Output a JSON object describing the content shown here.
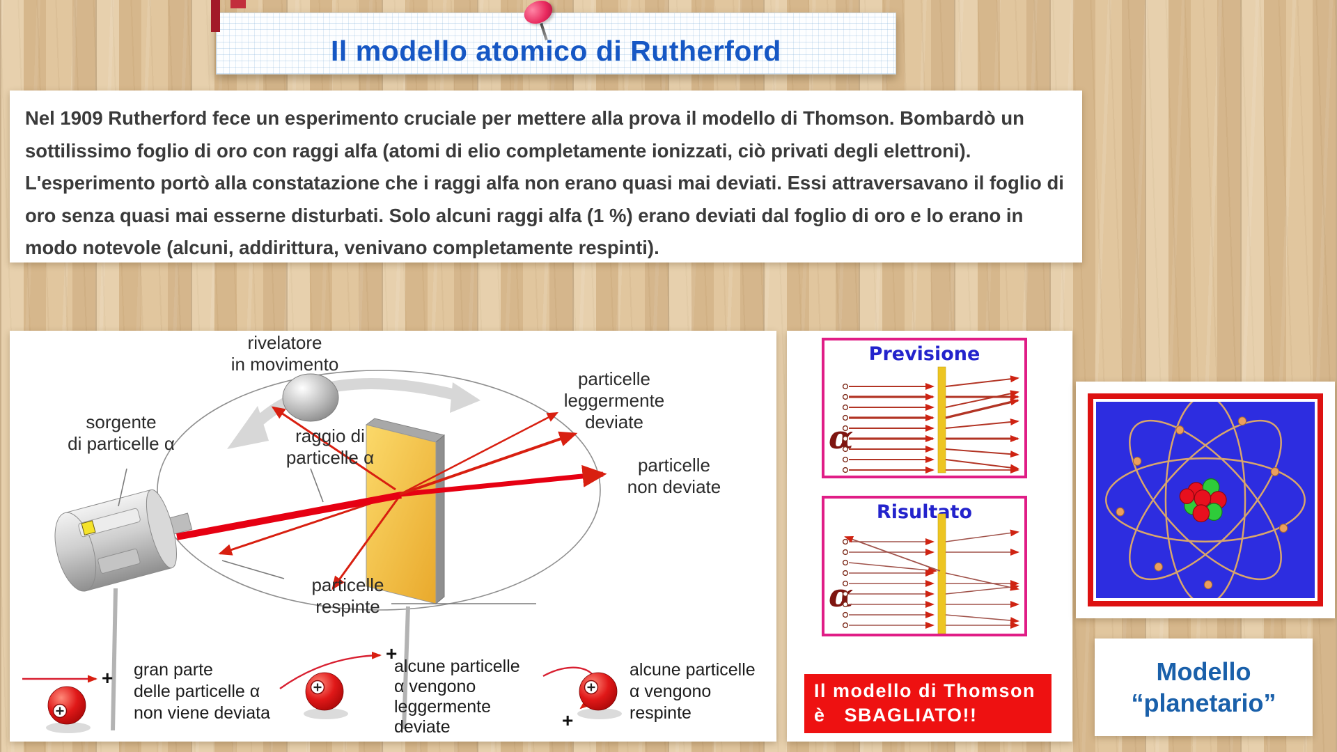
{
  "slide": {
    "title": "Il modello atomico di Rutherford",
    "paragraph": "Nel 1909 Rutherford fece un esperimento cruciale per mettere alla prova il modello di Thomson. Bombardò un sottilissimo foglio di oro con raggi alfa (atomi di elio completamente ionizzati, ciò  privati degli elettroni).  L'esperimento portò alla constatazione che i raggi alfa non erano quasi mai  deviati. Essi attraversavano il foglio di oro senza quasi mai esserne disturbati. Solo alcuni raggi  alfa (1 %) erano deviati dal foglio di oro e lo erano in modo notevole (alcuni, addirittura, venivano  completamente respinti)."
  },
  "experiment": {
    "label_detector": "rivelatore\nin movimento",
    "label_source": "sorgente\ndi particelle α",
    "label_beam": "raggio di\nparticelle α",
    "label_slightly_deviated": "particelle\nleggermente\ndeviate",
    "label_not_deviated": "particelle\nnon deviate",
    "label_repelled": "particelle\nrespinte",
    "plus": "+",
    "legend": [
      {
        "text": "gran parte\ndelle particelle α\nnon viene deviata"
      },
      {
        "text": "alcune particelle\nα vengono\nleggermente\ndeviate"
      },
      {
        "text": "alcune particelle\nα vengono\nrespinte"
      }
    ]
  },
  "prediction": {
    "title": "Previsione",
    "alpha": "α"
  },
  "result": {
    "title": "Risultato",
    "alpha": "α"
  },
  "thomson": {
    "line1": "Il modello di Thomson",
    "line2": "è   SBAGLIATO!!"
  },
  "planetary": {
    "line1": "Modello",
    "line2": "“planetario”"
  },
  "colors": {
    "title_blue": "#1657c4",
    "body_text": "#3a3a3a",
    "pink_border": "#e01d86",
    "schema_title_blue": "#2323cc",
    "arrow_red": "#d81f10",
    "gold_foil": "#eec239",
    "thomson_box_red": "#ee1111",
    "atom_background_blue": "#2d2de0",
    "atom_border_red": "#dd1111",
    "orbit_tan": "#d9a66b",
    "planetary_text_blue": "#1a60aa",
    "wood_tan": "#ddc096"
  }
}
